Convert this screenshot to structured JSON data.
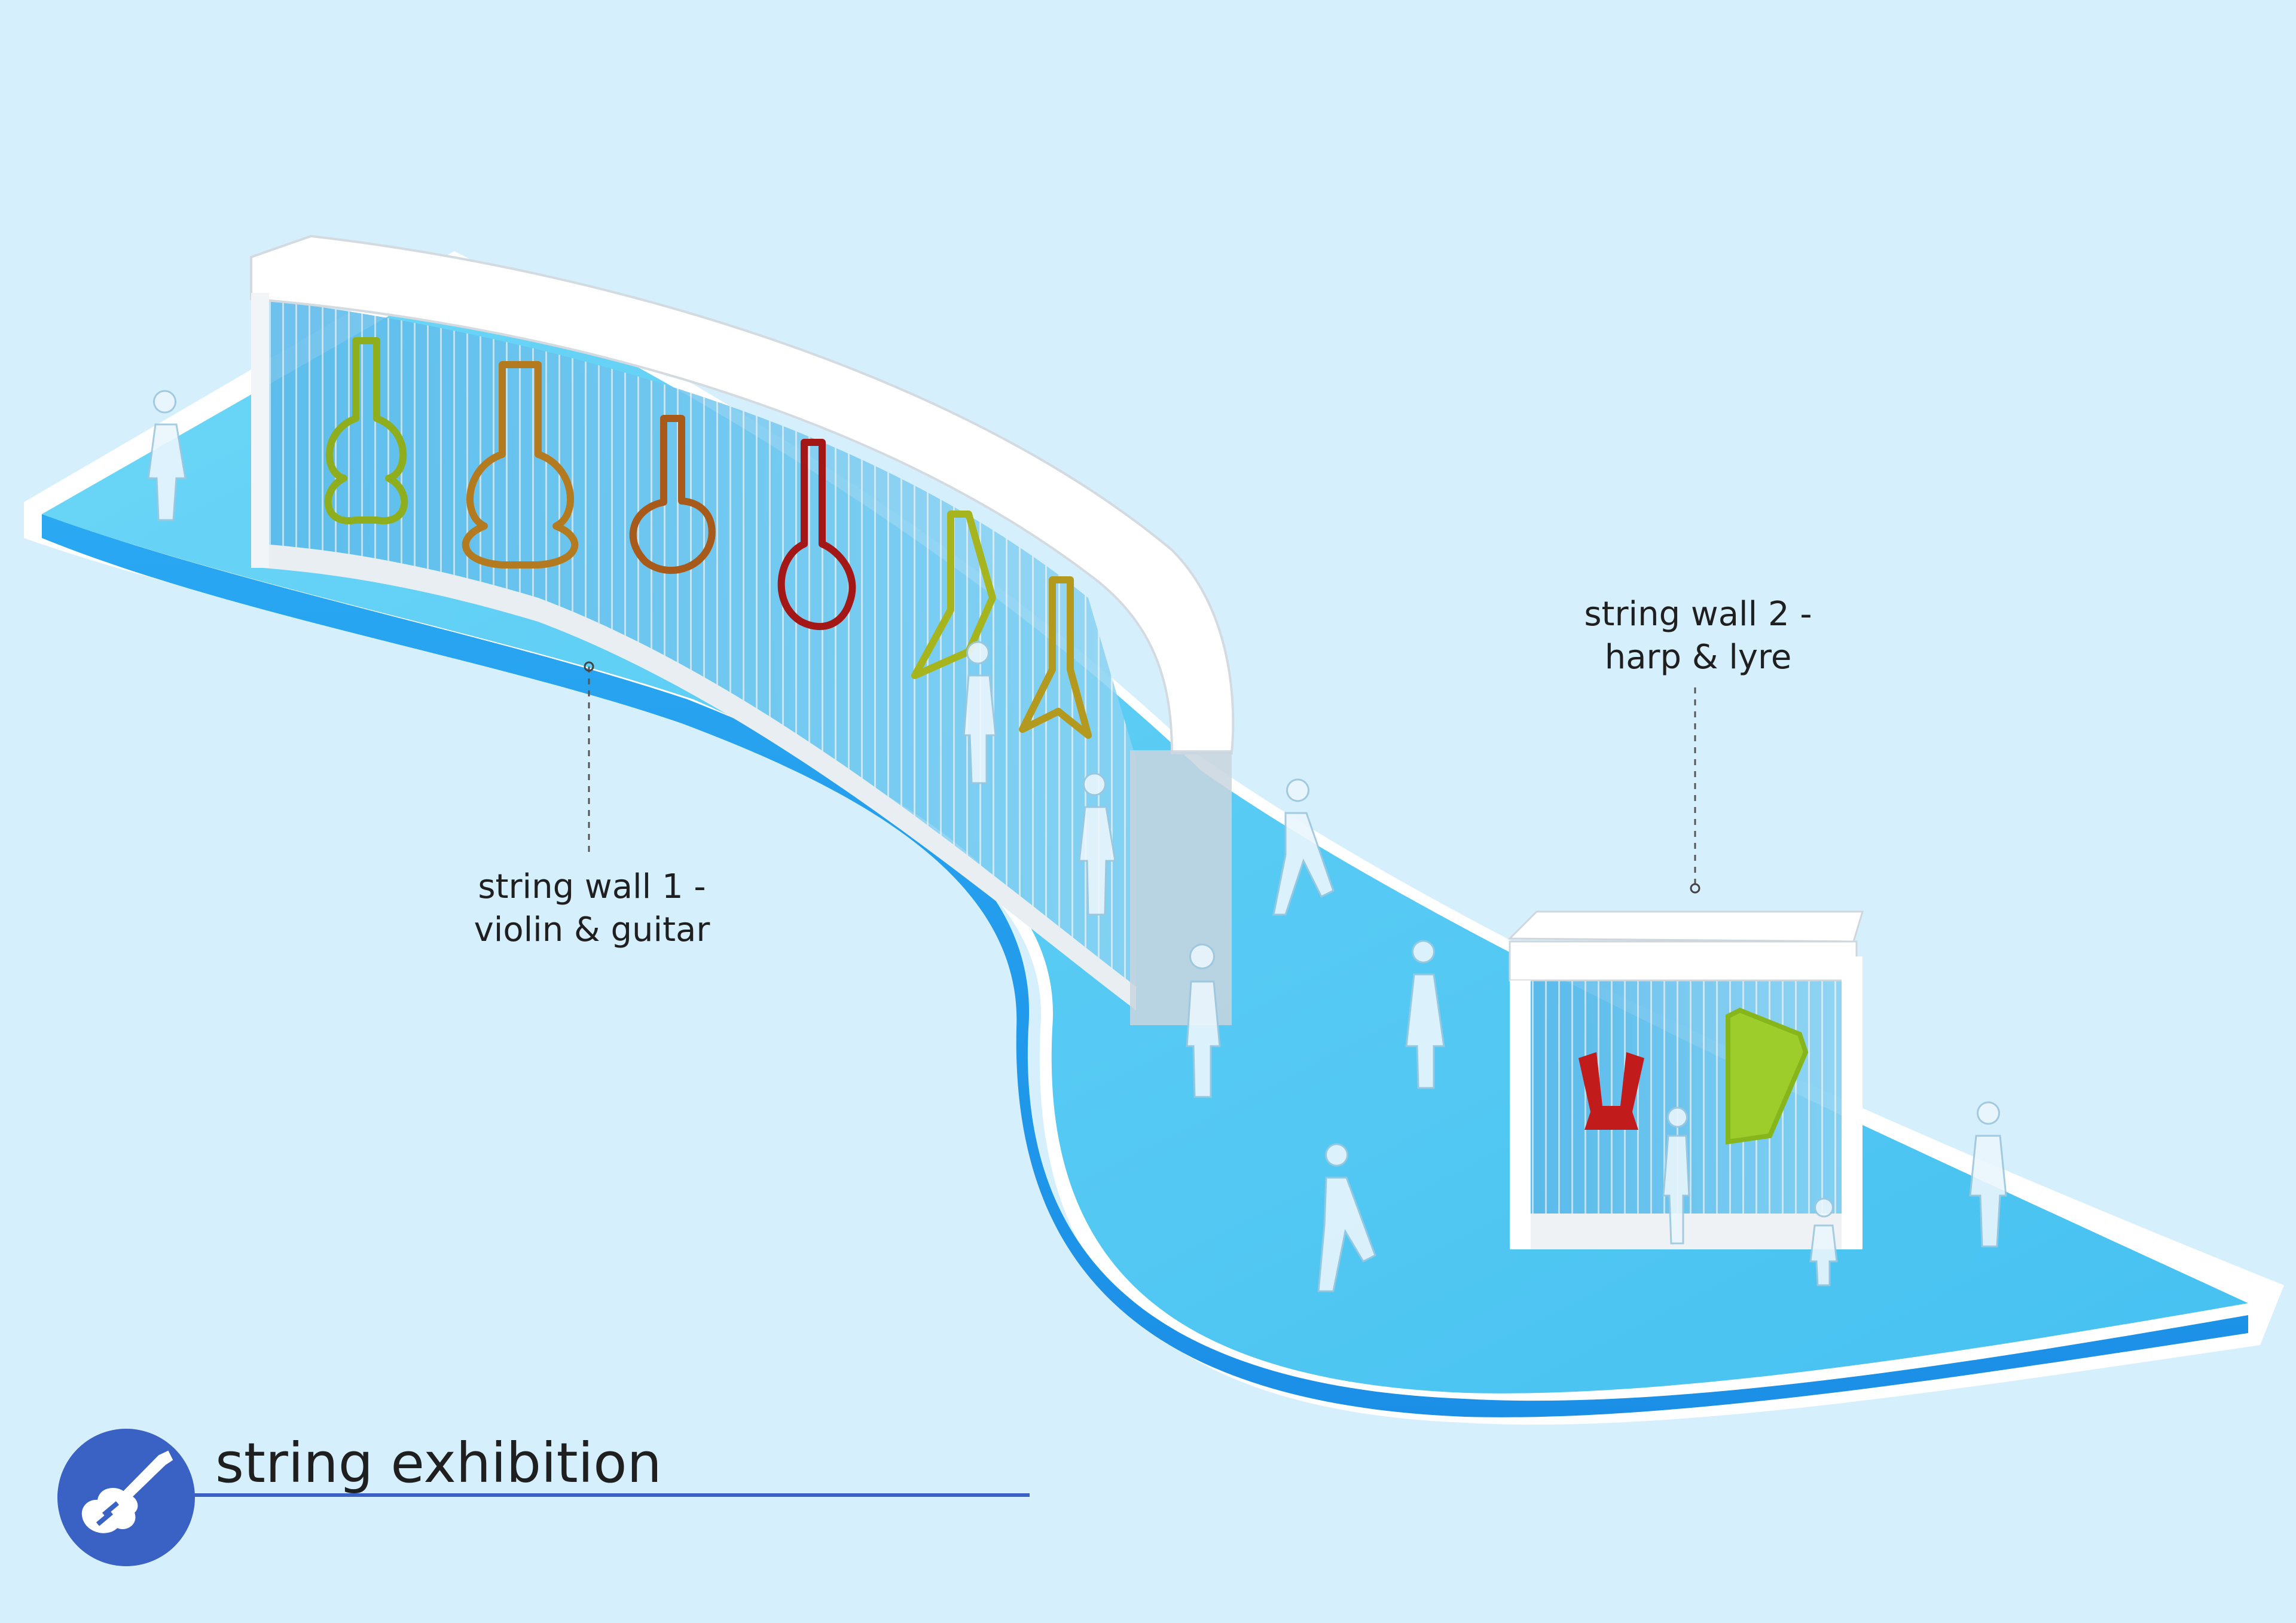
{
  "labels": {
    "wall_1": [
      "string wall 1 -",
      "violin & guitar"
    ],
    "wall_2": [
      "string wall 2 -",
      "harp & lyre"
    ]
  },
  "title": {
    "text": "string exhibition",
    "icon": "electric-guitar-icon"
  },
  "colors": {
    "background": "#d6effd",
    "floor_top": "#62d2f5",
    "floor_side": "#1ea0f0",
    "wall_glass": "#69c3ee",
    "title_badge": "#3a61c4",
    "title_rule": "#3a61c4"
  }
}
